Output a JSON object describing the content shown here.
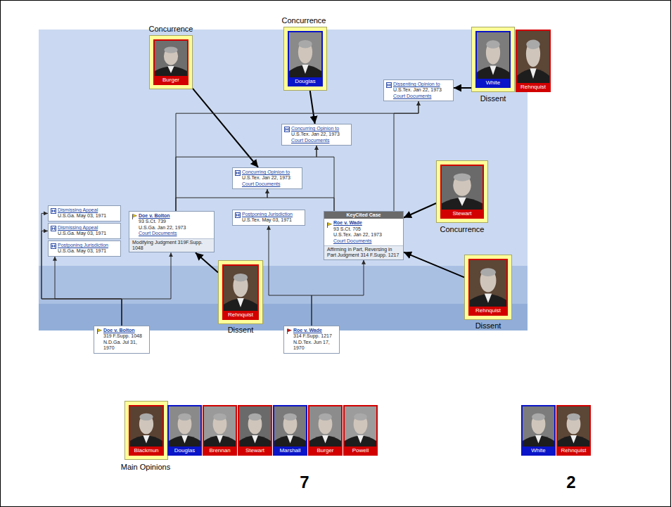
{
  "diagram": {
    "nodes": [
      {
        "text": [
          "Burger"
        ]
      },
      {
        "text": [
          "Douglas"
        ]
      },
      {
        "text": [
          "White"
        ]
      },
      {
        "text": [
          "Rehnquist"
        ]
      },
      {
        "text": [
          "Dissenting Opinion to",
          "U.S.Tex. Jan 22, 1973",
          "Court Documents"
        ]
      },
      {
        "text": [
          "Concurring Opinion to",
          "U.S.Tex. Jan 22, 1973",
          "Court Documents"
        ]
      },
      {
        "text": [
          "Concurring Opinion to",
          "U.S.Tex. Jan 22, 1973",
          "Court Documents"
        ]
      },
      {
        "text": [
          "Stewart"
        ]
      },
      {
        "text": [
          "Dismissing Appeal",
          "U.S.Ga. May 03, 1971"
        ]
      },
      {
        "text": [
          "Dismissing Appeal",
          "U.S.Ga. May 03, 1971"
        ]
      },
      {
        "text": [
          "Postponing Jurisdiction",
          "U.S.Ga. May 03, 1971"
        ]
      },
      {
        "text": [
          "Doe v. Bolton",
          "93 S.Ct. 739",
          "U.S.Ga. Jan 22, 1973",
          "Court Documents",
          "Modifying Judgment 319F.Supp. 1048"
        ]
      },
      {
        "text": [
          "Postponing Jurisdiction",
          "U.S.Tex. May 03, 1971"
        ]
      },
      {
        "text": [
          "KeyCited Case",
          "Roe v. Wade",
          "93 S.Ct. 705",
          "U.S.Tex. Jan 22, 1973",
          "Court Documents",
          "Affirming in Part, Reversing in Part Judgment 314 F.Supp. 1217"
        ]
      },
      {
        "text": [
          "Rehnquist"
        ]
      },
      {
        "text": [
          "Rehnquist"
        ]
      },
      {
        "text": [
          "Doe v. Bolton",
          "319 F.Supp. 1048",
          "N.D.Ga. Jul 31, 1970"
        ]
      },
      {
        "text": [
          "Roe v. Wade",
          "314 F.Supp. 1217",
          "N.D.Tex. Jun 17, 1970"
        ]
      },
      {
        "text": [
          "Blackmun"
        ]
      },
      {
        "text": [
          "Douglas"
        ]
      },
      {
        "text": [
          "Brennan"
        ]
      },
      {
        "text": [
          "Stewart"
        ]
      },
      {
        "text": [
          "Marshall"
        ]
      },
      {
        "text": [
          "Burger"
        ]
      },
      {
        "text": [
          "Powell"
        ]
      },
      {
        "text": [
          "White"
        ]
      },
      {
        "text": [
          "Rehnquist"
        ]
      }
    ],
    "edges": [
      {
        "from": 0,
        "to": 6,
        "arrow": "to"
      },
      {
        "from": 1,
        "to": 5,
        "arrow": "to"
      },
      {
        "from": 2,
        "to": 4,
        "arrow": "to"
      },
      {
        "from": 7,
        "to": 13,
        "arrow": "to"
      },
      {
        "from": 14,
        "to": 11,
        "arrow": "to"
      },
      {
        "from": 15,
        "to": 13,
        "arrow": "to"
      },
      {
        "from": 16,
        "to": 8,
        "arrow": "to"
      },
      {
        "from": 16,
        "to": 9,
        "arrow": "to"
      },
      {
        "from": 16,
        "to": 10,
        "arrow": "to"
      },
      {
        "from": 16,
        "to": 11,
        "arrow": "to"
      },
      {
        "from": 17,
        "to": 12,
        "arrow": "to"
      },
      {
        "from": 17,
        "to": 13,
        "arrow": "to"
      },
      {
        "from": 11,
        "to": 6,
        "arrow": "to"
      },
      {
        "from": 13,
        "to": 6,
        "arrow": "to"
      },
      {
        "from": 11,
        "to": 5,
        "arrow": "to"
      },
      {
        "from": 13,
        "to": 5,
        "arrow": "to"
      },
      {
        "from": 11,
        "to": 4,
        "arrow": "to"
      },
      {
        "from": 13,
        "to": 4,
        "arrow": "to"
      }
    ],
    "labels": [
      "Concurrence",
      "Concurrence",
      "Dissent",
      "Concurrence",
      "Dissent",
      "Dissent",
      "Main Opinions",
      "7",
      "2"
    ]
  }
}
